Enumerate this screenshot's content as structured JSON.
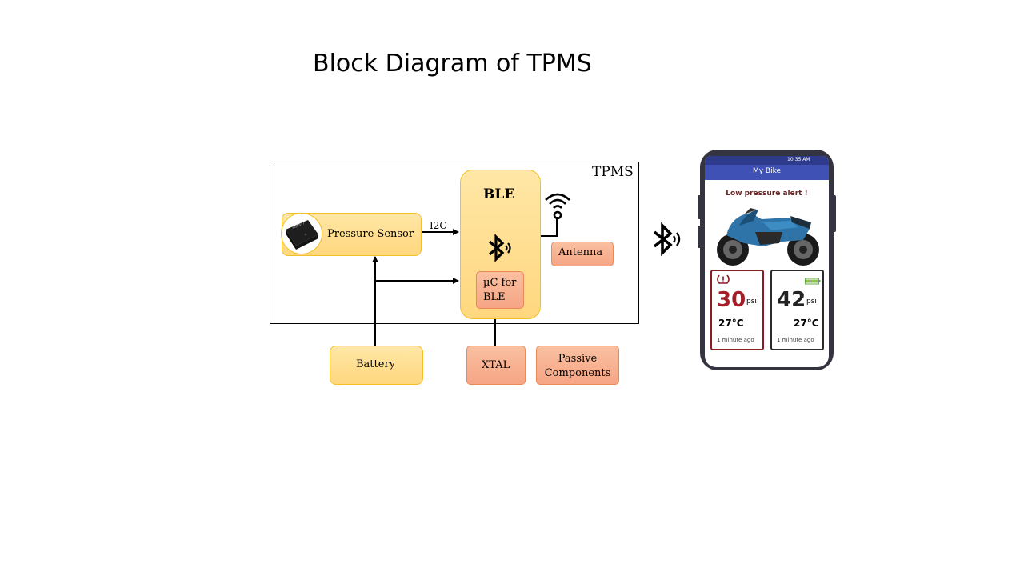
{
  "title": "Block Diagram of TPMS",
  "diagram": {
    "frame_label": "TPMS",
    "pressure_sensor": "Pressure Sensor",
    "i2c": "I2C",
    "ble": "BLE",
    "uc_line1": "µC for",
    "uc_line2": "BLE",
    "antenna": "Antenna",
    "battery": "Battery",
    "xtal": "XTAL",
    "passive_line1": "Passive",
    "passive_line2": "Components"
  },
  "phone": {
    "status_time": "10:35 AM",
    "app_title": "My Bike",
    "alert": "Low pressure alert !",
    "left_card": {
      "pressure": "30",
      "unit": "psi",
      "temp": "27°C",
      "updated": "1 minute ago"
    },
    "right_card": {
      "pressure": "42",
      "unit": "psi",
      "temp": "27°C",
      "updated": "1 minute ago"
    }
  },
  "colors": {
    "block_yellow": "#ffd77f",
    "block_salmon": "#f6a585",
    "app_bar": "#3f51b5",
    "alert_red": "#8a1c24"
  }
}
